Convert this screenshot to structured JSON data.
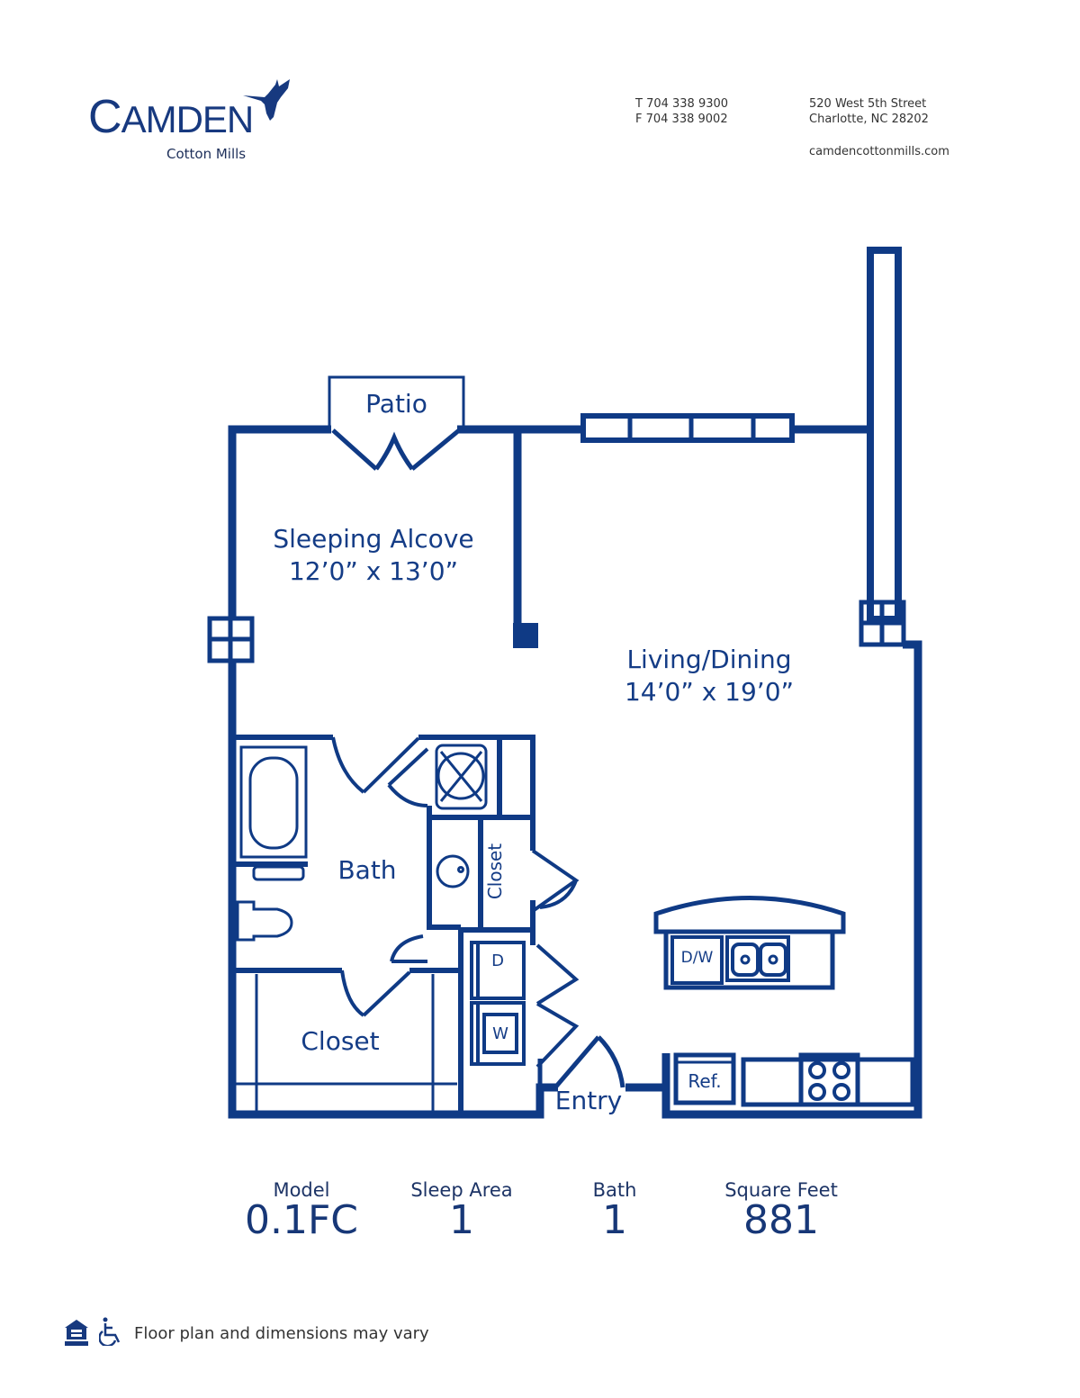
{
  "brand": {
    "name": "Camden",
    "name_first": "C",
    "name_rest": "AMDEN",
    "community": "Cotton Mills",
    "logo_icon": "hummingbird-icon",
    "color": "#17397f"
  },
  "contact": {
    "phone": "T 704 338 9300",
    "fax": "F 704 338 9002",
    "address_line1": "520 West 5th Street",
    "address_line2": "Charlotte, NC 28202",
    "website": "camdencottonmills.com"
  },
  "plan": {
    "wall_color": "#0f3a85",
    "rooms": {
      "patio": "Patio",
      "sleeping_alcove": {
        "name": "Sleeping Alcove",
        "dims": "12’0” x 13’0”"
      },
      "living_dining": {
        "name": "Living/Dining",
        "dims": "14’0” x 19’0”"
      },
      "bath": "Bath",
      "closet_main": "Closet",
      "closet_small": "Closet",
      "entry": "Entry"
    },
    "appliances": {
      "dryer": "D",
      "washer": "W",
      "dishwasher": "D/W",
      "refrigerator": "Ref."
    }
  },
  "stats": [
    {
      "label": "Model",
      "value": "0.1FC"
    },
    {
      "label": "Sleep Area",
      "value": "1"
    },
    {
      "label": "Bath",
      "value": "1"
    },
    {
      "label": "Square Feet",
      "value": "881"
    }
  ],
  "footer": {
    "icons": [
      "equal-housing-icon",
      "wheelchair-accessible-icon"
    ],
    "disclaimer": "Floor plan and dimensions may vary"
  }
}
